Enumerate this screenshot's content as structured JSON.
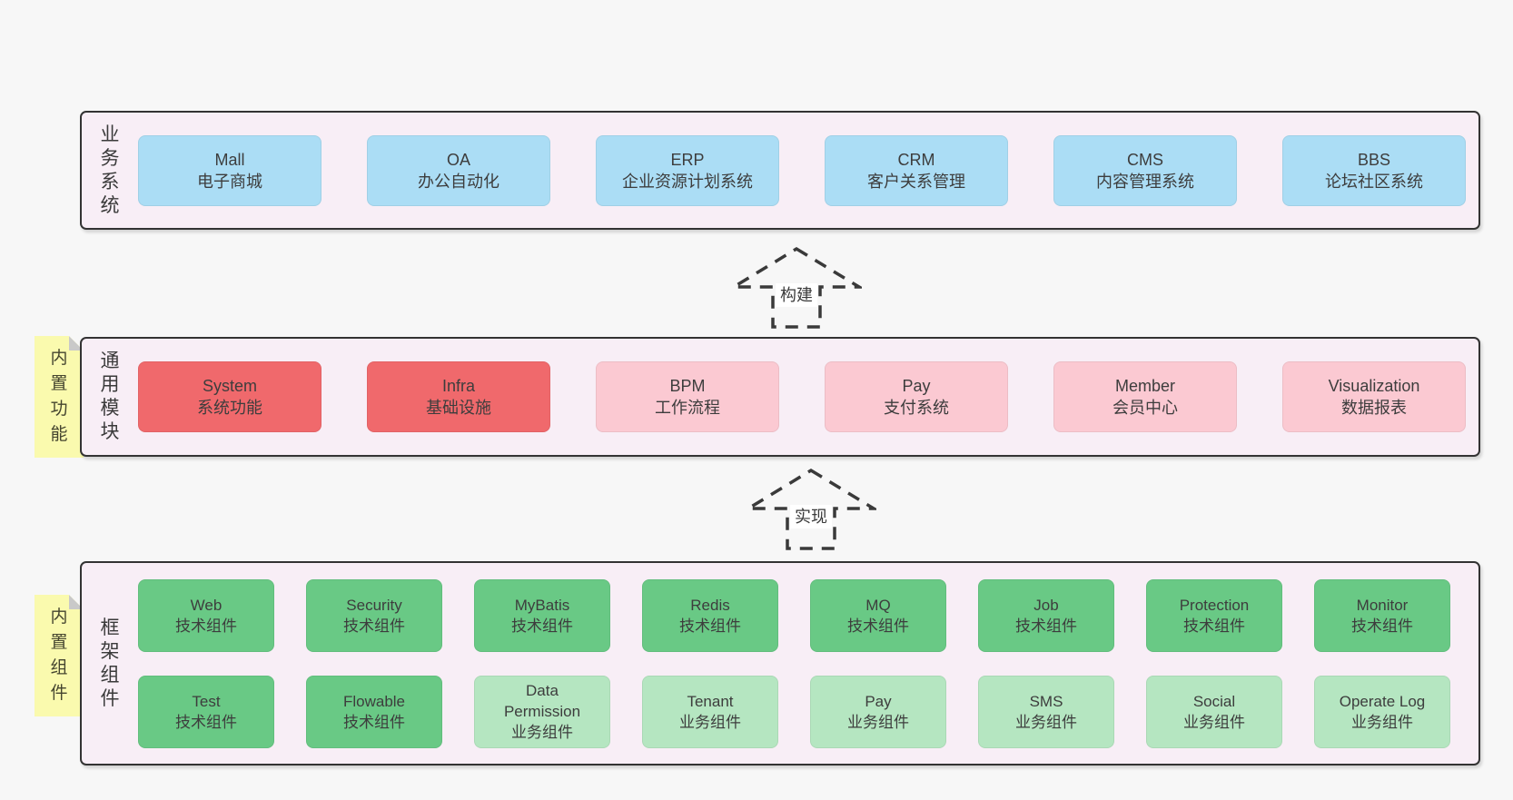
{
  "diagram": {
    "layers": {
      "business": {
        "side_label": "业务系统",
        "boxes": [
          {
            "en": "Mall",
            "zh": "电子商城"
          },
          {
            "en": "OA",
            "zh": "办公自动化"
          },
          {
            "en": "ERP",
            "zh": "企业资源计划系统"
          },
          {
            "en": "CRM",
            "zh": "客户关系管理"
          },
          {
            "en": "CMS",
            "zh": "内容管理系统"
          },
          {
            "en": "BBS",
            "zh": "论坛社区系统"
          }
        ]
      },
      "modules": {
        "side_label": "通用模块",
        "sticky_tab": "内置功能",
        "boxes": [
          {
            "en": "System",
            "zh": "系统功能"
          },
          {
            "en": "Infra",
            "zh": "基础设施"
          },
          {
            "en": "BPM",
            "zh": "工作流程"
          },
          {
            "en": "Pay",
            "zh": "支付系统"
          },
          {
            "en": "Member",
            "zh": "会员中心"
          },
          {
            "en": "Visualization",
            "zh": "数据报表"
          }
        ]
      },
      "components": {
        "side_label": "框架组件",
        "sticky_tab": "内置组件",
        "row1": [
          {
            "en": "Web",
            "zh": "技术组件"
          },
          {
            "en": "Security",
            "zh": "技术组件"
          },
          {
            "en": "MyBatis",
            "zh": "技术组件"
          },
          {
            "en": "Redis",
            "zh": "技术组件"
          },
          {
            "en": "MQ",
            "zh": "技术组件"
          },
          {
            "en": "Job",
            "zh": "技术组件"
          },
          {
            "en": "Protection",
            "zh": "技术组件"
          },
          {
            "en": "Monitor",
            "zh": "技术组件"
          }
        ],
        "row2": [
          {
            "en": "Test",
            "zh": "技术组件"
          },
          {
            "en": "Flowable",
            "zh": "技术组件"
          },
          {
            "en": "Data Permission",
            "zh": "业务组件"
          },
          {
            "en": "Tenant",
            "zh": "业务组件"
          },
          {
            "en": "Pay",
            "zh": "业务组件"
          },
          {
            "en": "SMS",
            "zh": "业务组件"
          },
          {
            "en": "Social",
            "zh": "业务组件"
          },
          {
            "en": "Operate Log",
            "zh": "业务组件"
          }
        ]
      }
    },
    "arrows": {
      "build": {
        "label": "构建"
      },
      "implement": {
        "label": "实现"
      }
    },
    "colors": {
      "business_box": "#abddf5",
      "module_core_box": "#f0696c",
      "module_optional_box": "#fbc9d2",
      "tech_component_box": "#69c985",
      "biz_component_box": "#b5e6c1",
      "panel_fill": "#f8eef6",
      "panel_border": "#333333",
      "sticky_note": "#fafaae",
      "page_background": "#f7f7f7"
    }
  }
}
